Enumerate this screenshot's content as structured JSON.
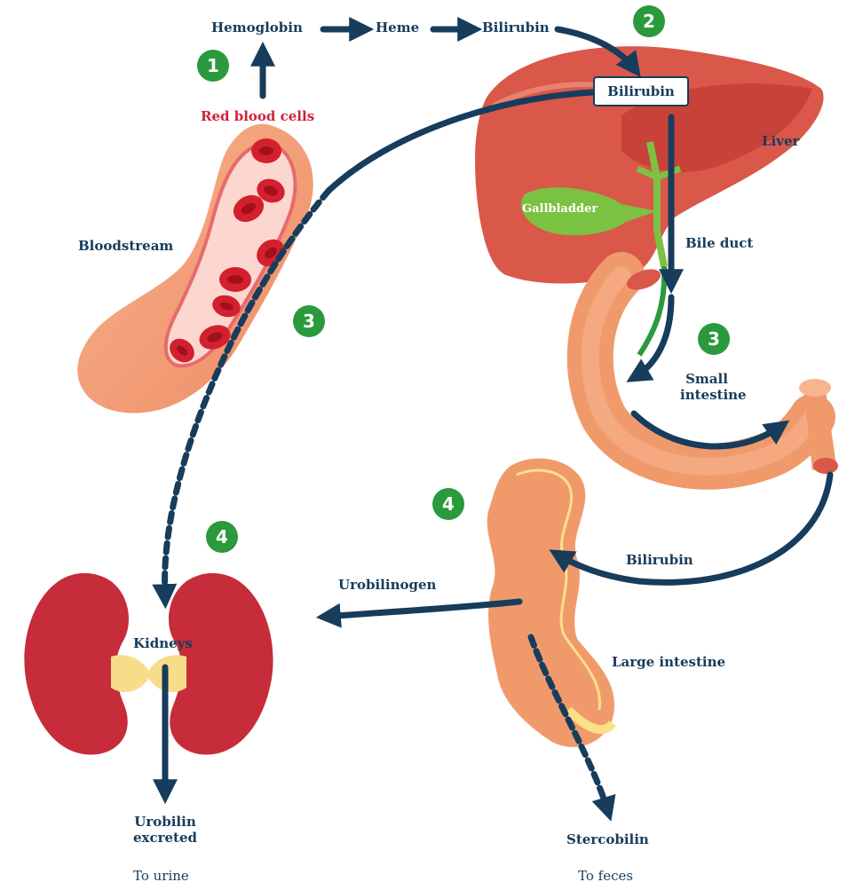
{
  "labels": {
    "hemoglobin": "Hemoglobin",
    "heme": "Heme",
    "bilirubin_top": "Bilirubin",
    "red_blood_cells": "Red blood cells",
    "bilirubin_liver_box": "Bilirubin",
    "liver": "Liver",
    "gallbladder": "Gallbladder",
    "bile_duct": "Bile duct",
    "bloodstream": "Bloodstream",
    "small_intestine_line1": "Small",
    "small_intestine_line2": "intestine",
    "bilirubin_lower": "Bilirubin",
    "urobilinogen": "Urobilinogen",
    "kidneys": "Kidneys",
    "large_intestine": "Large intestine",
    "urobilin_line1": "Urobilin",
    "urobilin_line2": "excreted",
    "to_urine": "To urine",
    "stercobilin": "Stercobilin",
    "to_feces": "To feces"
  },
  "steps": {
    "step1": "1",
    "step2": "2",
    "step3_left": "3",
    "step3_right": "3",
    "step4_left": "4",
    "step4_right": "4"
  },
  "colors": {
    "arrow": "#173c5c",
    "label_text": "#173c5c",
    "red_label": "#d0213a",
    "step_badge": "#2a9a3c",
    "liver": "#d9584a",
    "gallbladder": "#7cc242",
    "intestine": "#f09a6c",
    "kidney": "#c72c3a",
    "blood_cell": "#d3202e"
  },
  "icons": [
    "red-blood-cell-icon",
    "liver-icon",
    "gallbladder-icon",
    "small-intestine-icon",
    "large-intestine-icon",
    "kidney-icon",
    "blood-vessel-icon"
  ]
}
